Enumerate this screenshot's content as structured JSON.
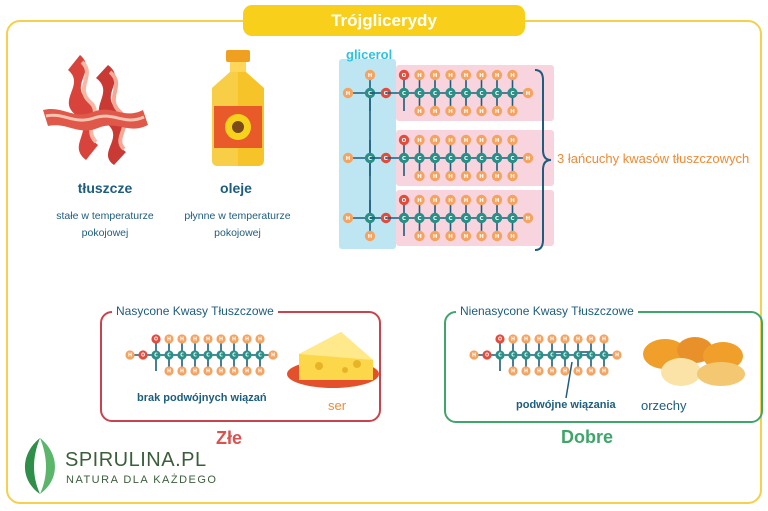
{
  "title": "Trójglicerydy",
  "fats": {
    "solid": {
      "name": "tłuszcze",
      "line1": "stałe w temperaturze",
      "line2": "pokojowej"
    },
    "liquid": {
      "name": "oleje",
      "line1": "płynne w temperaturze",
      "line2": "pokojowej"
    }
  },
  "molecule": {
    "glycerol_label": "glicerol",
    "chains_label": "3 łańcuchy kwasów tłuszczowych",
    "atoms": {
      "h": "H",
      "c": "C",
      "o": "O"
    }
  },
  "saturated": {
    "title": "Nasycone Kwasy Tłuszczowe",
    "note": "brak podwójnych wiązań",
    "food": "ser",
    "verdict": "Złe"
  },
  "unsaturated": {
    "title": "Nienasycone Kwasy Tłuszczowe",
    "note": "podwójne wiązania",
    "food": "orzechy",
    "verdict": "Dobre"
  },
  "logo": {
    "name": "SPIRULINA.PL",
    "tagline": "NATURA DLA KAŻDEGO"
  },
  "colors": {
    "accent_yellow": "#f8cf1a",
    "text_blue": "#1d5d7e",
    "glycerol_blue": "#2cc3de",
    "orange": "#f08a35",
    "red": "#d9534f",
    "green": "#3fa56a"
  }
}
